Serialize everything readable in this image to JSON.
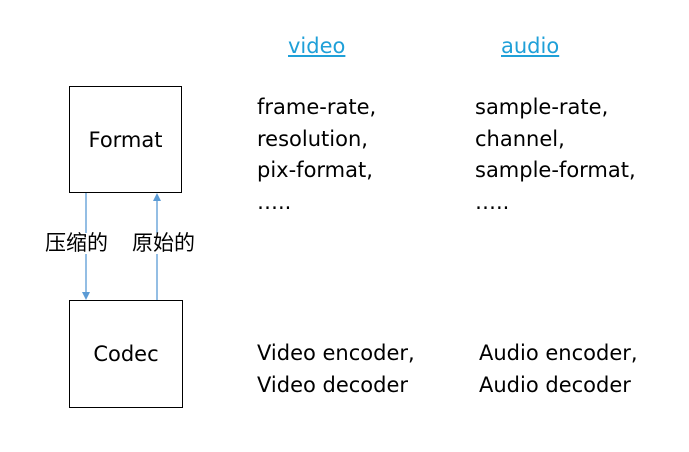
{
  "headers": {
    "video": "video",
    "audio": "audio"
  },
  "boxes": {
    "format": "Format",
    "codec": "Codec"
  },
  "arrow_labels": {
    "compressed": "压缩的",
    "raw": "原始的"
  },
  "format_video": [
    "frame-rate,",
    "resolution,",
    "pix-format,",
    "….."
  ],
  "format_audio": [
    "sample-rate,",
    "channel,",
    "sample-format,",
    "….."
  ],
  "codec_video": [
    "Video encoder,",
    "Video decoder"
  ],
  "codec_audio": [
    "Audio encoder,",
    "Audio decoder"
  ],
  "colors": {
    "header": "#1fa0d8",
    "arrow": "#5b9bd5",
    "box_border": "#000000"
  }
}
